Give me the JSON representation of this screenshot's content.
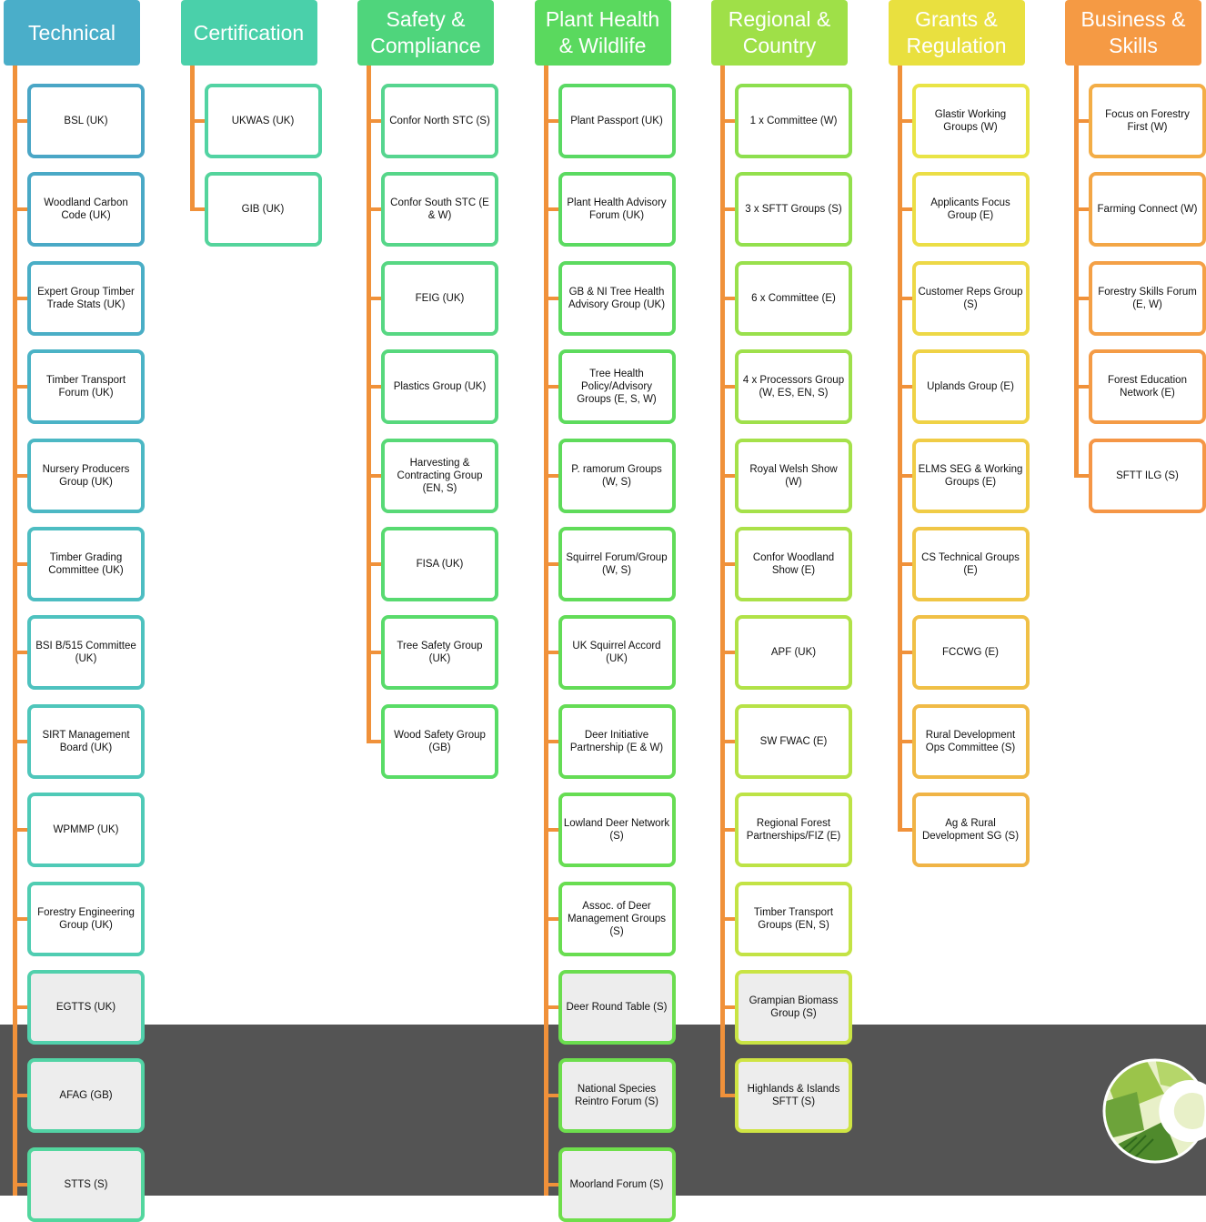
{
  "columns": [
    {
      "title": "Technical",
      "header_color": "#4aaec9",
      "items": [
        {
          "label": "BSL (UK)",
          "color": "#4aa6c6"
        },
        {
          "label": "Woodland Carbon Code (UK)",
          "color": "#4aa9c6"
        },
        {
          "label": "Expert Group Timber Trade Stats (UK)",
          "color": "#4aaec6"
        },
        {
          "label": "Timber Transport Forum (UK)",
          "color": "#4bb3c6"
        },
        {
          "label": "Nursery Producers Group (UK)",
          "color": "#4cb8c4"
        },
        {
          "label": "Timber Grading Committee (UK)",
          "color": "#4dbdc2"
        },
        {
          "label": "BSI B/515 Committee (UK)",
          "color": "#4ec2bf"
        },
        {
          "label": "SIRT Management Board (UK)",
          "color": "#4fc6bb"
        },
        {
          "label": "WPMMP (UK)",
          "color": "#4fcab7"
        },
        {
          "label": "Forestry Engineering Group (UK)",
          "color": "#50cdb2"
        },
        {
          "label": "EGTTS (UK)",
          "color": "#51d0ac"
        },
        {
          "label": "AFAG (GB)",
          "color": "#52d3a5"
        },
        {
          "label": "STTS (S)",
          "color": "#53d69e"
        }
      ]
    },
    {
      "title": "Certification",
      "header_color": "#4ad0aa",
      "items": [
        {
          "label": "UKWAS (UK)",
          "color": "#52d3a3"
        },
        {
          "label": "GIB (UK)",
          "color": "#54d49c"
        }
      ]
    },
    {
      "title": "Safety & Compliance",
      "header_color": "#4fd57c",
      "items": [
        {
          "label": "Confor North STC (S)",
          "color": "#56d58f"
        },
        {
          "label": "Confor South STC (E & W)",
          "color": "#56d689"
        },
        {
          "label": "FEIG (UK)",
          "color": "#57d783"
        },
        {
          "label": "Plastics Group (UK)",
          "color": "#57d87d"
        },
        {
          "label": "Harvesting & Contracting Group (EN, S)",
          "color": "#58d977"
        },
        {
          "label": "FISA (UK)",
          "color": "#58da71"
        },
        {
          "label": "Tree Safety Group (UK)",
          "color": "#59db6b"
        },
        {
          "label": "Wood Safety Group (GB)",
          "color": "#59dc66"
        }
      ]
    },
    {
      "title": "Plant Health & Wildlife",
      "header_color": "#5ad95e",
      "items": [
        {
          "label": "Plant Passport (UK)",
          "color": "#5ad963"
        },
        {
          "label": "Plant Health Advisory Forum (UK)",
          "color": "#5bda61"
        },
        {
          "label": "GB & NI Tree Health Advisory Group (UK)",
          "color": "#5cda5f"
        },
        {
          "label": "Tree Health Policy/Advisory Groups (E, S, W)",
          "color": "#5ddb5d"
        },
        {
          "label": "P. ramorum Groups (W, S)",
          "color": "#5fdb5b"
        },
        {
          "label": "Squirrel Forum/Group  (W, S)",
          "color": "#61dc59"
        },
        {
          "label": "UK Squirrel Accord (UK)",
          "color": "#63dc57"
        },
        {
          "label": "Deer Initiative Partnership (E & W)",
          "color": "#65dc55"
        },
        {
          "label": "Lowland Deer Network (S)",
          "color": "#67dd53"
        },
        {
          "label": "Assoc. of Deer Management Groups (S)",
          "color": "#69dd51"
        },
        {
          "label": "Deer Round Table (S)",
          "color": "#6bdd4f"
        },
        {
          "label": "National Species Reintro Forum (S)",
          "color": "#6dde4d"
        },
        {
          "label": "Moorland Forum (S)",
          "color": "#6fde4b"
        }
      ]
    },
    {
      "title": "Regional & Country",
      "header_color": "#9fe048",
      "items": [
        {
          "label": "1 x Committee (W)",
          "color": "#8ddf4e"
        },
        {
          "label": "3 x SFTT Groups (S)",
          "color": "#93e04d"
        },
        {
          "label": "6 x Committee (E)",
          "color": "#99e04c"
        },
        {
          "label": "4 x Processors Group (W, ES, EN, S)",
          "color": "#9fe04b"
        },
        {
          "label": "Royal Welsh Show (W)",
          "color": "#a5e14a"
        },
        {
          "label": "Confor Woodland Show (E)",
          "color": "#abe149"
        },
        {
          "label": "APF (UK)",
          "color": "#b1e248"
        },
        {
          "label": "SW FWAC (E)",
          "color": "#b7e247"
        },
        {
          "label": "Regional Forest Partnerships/FIZ (E)",
          "color": "#bde346"
        },
        {
          "label": "Timber Transport Groups (EN, S)",
          "color": "#c3e345"
        },
        {
          "label": "Grampian Biomass Group (S)",
          "color": "#c9e444"
        },
        {
          "label": "Highlands & Islands SFTT (S)",
          "color": "#cfe443"
        }
      ]
    },
    {
      "title": "Grants & Regulation",
      "header_color": "#e9e03f",
      "items": [
        {
          "label": "Glastir Working Groups (W)",
          "color": "#e9e446"
        },
        {
          "label": "Applicants Focus Group (E)",
          "color": "#ebde46"
        },
        {
          "label": "Customer Reps Group (S)",
          "color": "#edd846"
        },
        {
          "label": "Uplands Group (E)",
          "color": "#efd246"
        },
        {
          "label": "ELMS SEG & Working Groups (E)",
          "color": "#f0cc46"
        },
        {
          "label": "CS Technical Groups (E)",
          "color": "#f0c646"
        },
        {
          "label": "FCCWG (E)",
          "color": "#f0c046"
        },
        {
          "label": "Rural Development Ops Committee (S)",
          "color": "#f0ba46"
        },
        {
          "label": "Ag & Rural Development SG (S)",
          "color": "#f0b446"
        }
      ]
    },
    {
      "title": "Business & Skills",
      "header_color": "#f59a44",
      "items": [
        {
          "label": "Focus on Forestry First (W)",
          "color": "#f3ad46"
        },
        {
          "label": "Farming Connect (W)",
          "color": "#f3a646"
        },
        {
          "label": "Forestry Skills Forum (E, W)",
          "color": "#f4a046"
        },
        {
          "label": "Forest Education Network (E)",
          "color": "#f49b46"
        },
        {
          "label": "SFTT ILG (S)",
          "color": "#f59646"
        }
      ]
    }
  ]
}
